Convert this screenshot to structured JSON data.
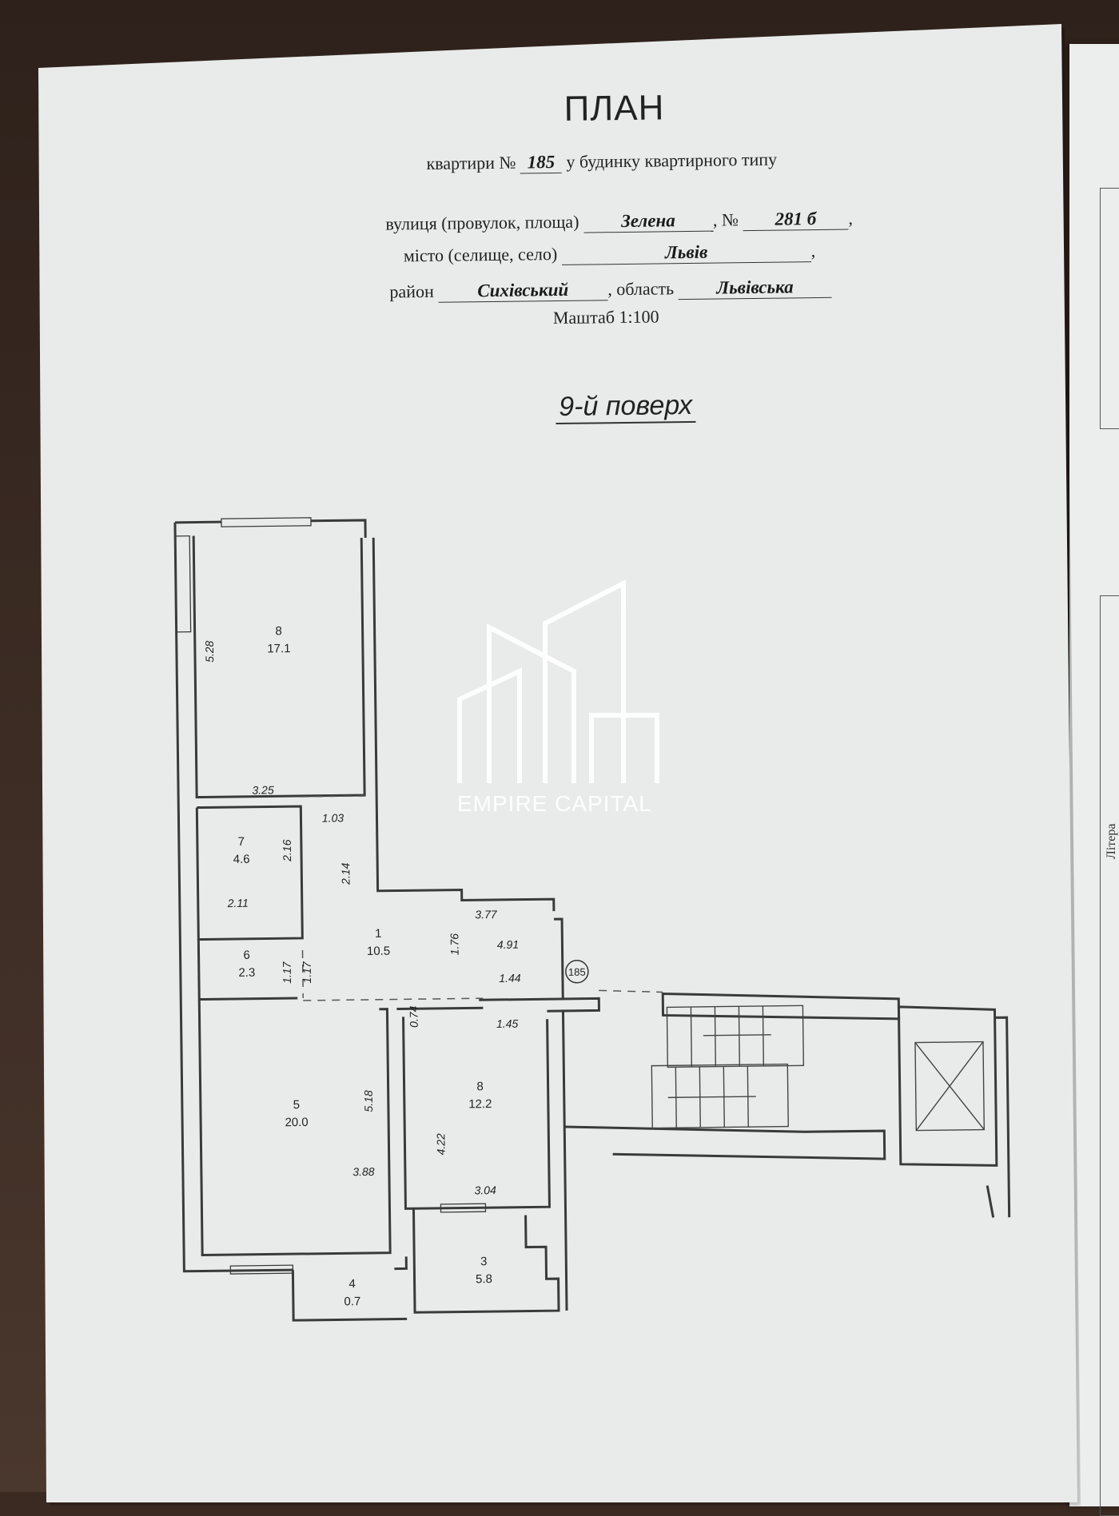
{
  "document": {
    "title": "ПЛАН",
    "apartment_prefix": "квартири №",
    "apartment_no": "185",
    "apartment_suffix": "у будинку квартирного типу",
    "street_label": "вулиця (провулок, площа)",
    "street": "Зелена",
    "house_no_label": "№",
    "house_no": "281 б",
    "city_label": "місто (селище, село)",
    "city": "Львів",
    "district_label": "район",
    "district": "Сихівський",
    "region_label": "область",
    "region": "Львівська",
    "scale": "Маштаб 1:100",
    "floor": "9-й поверх"
  },
  "plan": {
    "rooms": [
      {
        "no": "8",
        "area": "17.1"
      },
      {
        "no": "7",
        "area": "4.6"
      },
      {
        "no": "6",
        "area": "2.3"
      },
      {
        "no": "1",
        "area": "10.5"
      },
      {
        "no": "5",
        "area": "20.0"
      },
      {
        "no": "8",
        "area": "12.2"
      },
      {
        "no": "3",
        "area": "5.8"
      },
      {
        "no": "4",
        "area": "0.7"
      }
    ],
    "dimensions": [
      "5.28",
      "3.25",
      "1.03",
      "2.16",
      "2.14",
      "2.11",
      "3.77",
      "1.76",
      "4.91",
      "1.17",
      "1.17",
      "1.44",
      "0.74",
      "1.45",
      "5.18",
      "3.88",
      "4.22",
      "3.04"
    ],
    "apartment_marker": "185"
  },
  "side_sheet": {
    "label": "Літера"
  },
  "watermark": {
    "text": "EMPIRE CAPITAL"
  }
}
